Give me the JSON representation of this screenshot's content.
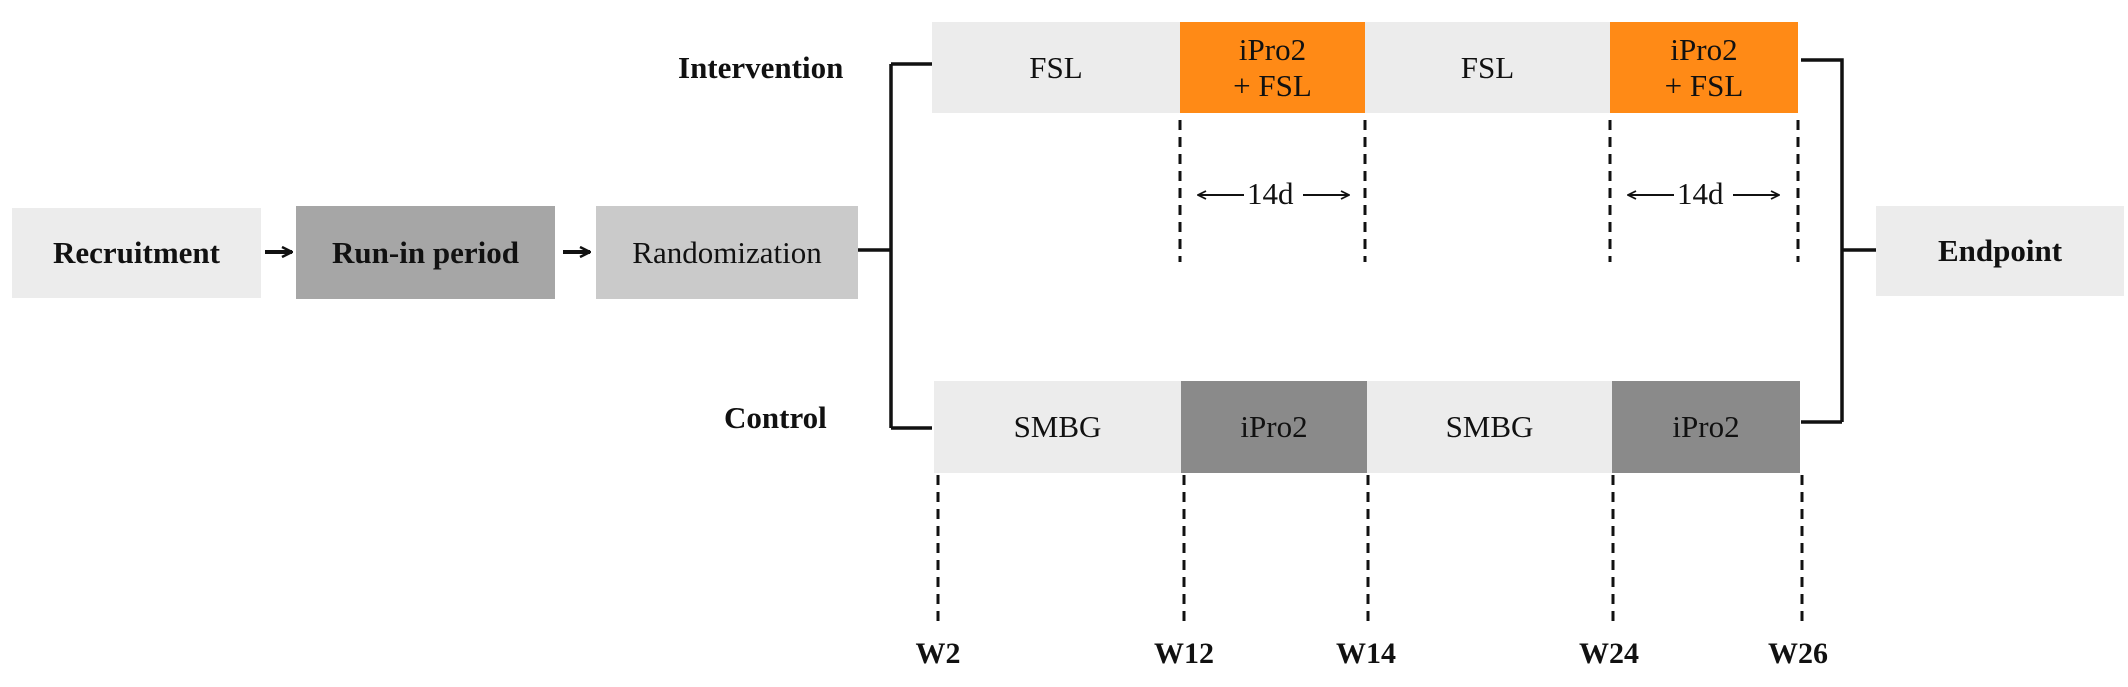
{
  "flow": {
    "recruitment": "Recruitment",
    "run_in": "Run-in period",
    "randomization": "Randomization",
    "endpoint": "Endpoint"
  },
  "arms": {
    "intervention": {
      "label": "Intervention",
      "segments": [
        {
          "label": "FSL",
          "color": "#ececec"
        },
        {
          "label": "iPro2\n+ FSL",
          "color": "#ff8a16"
        },
        {
          "label": "FSL",
          "color": "#ececec"
        },
        {
          "label": "iPro2\n+ FSL",
          "color": "#ff8a16"
        }
      ]
    },
    "control": {
      "label": "Control",
      "segments": [
        {
          "label": "SMBG",
          "color": "#ececec"
        },
        {
          "label": "iPro2",
          "color": "#8a8a8a"
        },
        {
          "label": "SMBG",
          "color": "#ececec"
        },
        {
          "label": "iPro2",
          "color": "#8a8a8a"
        }
      ]
    }
  },
  "durations": [
    "14d",
    "14d"
  ],
  "weeks": [
    "W2",
    "W12",
    "W14",
    "W24",
    "W26"
  ],
  "colors": {
    "recruitment_fill": "#ececec",
    "run_in_fill": "#a6a6a6",
    "randomization_fill": "#cacaca",
    "endpoint_fill": "#ececec",
    "line": "#111111"
  }
}
